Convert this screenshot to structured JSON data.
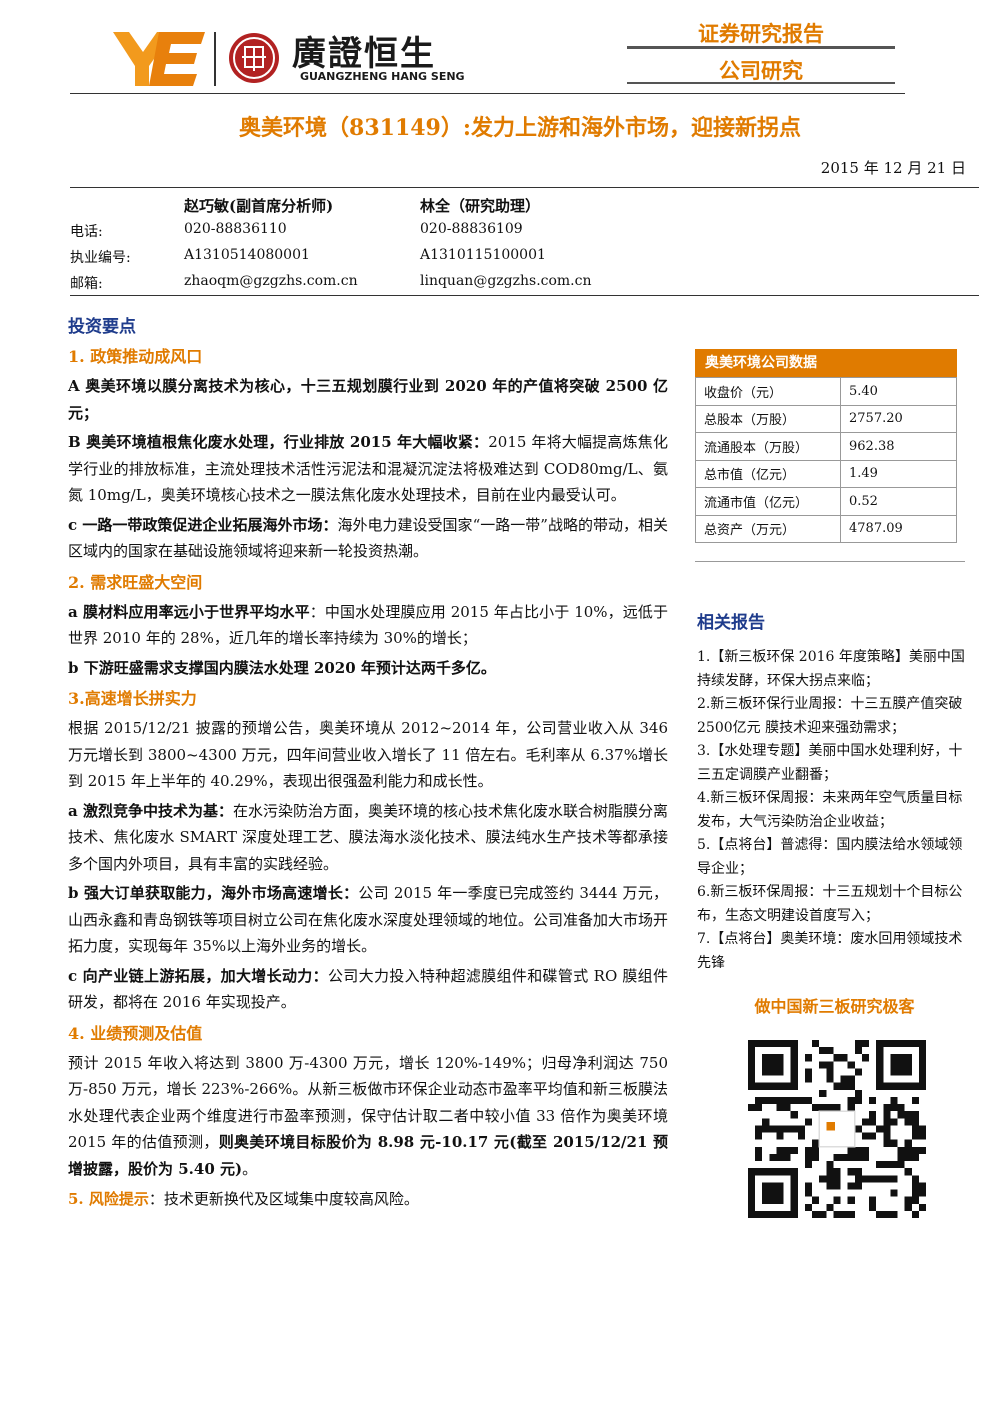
{
  "header": {
    "brand_cn": "廣證恒生",
    "brand_en": "GUANGZHENG HANG SENG",
    "report_type": "证券研究报告",
    "report_sub": "公司研究",
    "title": "奥美环境（831149）:发力上游和海外市场，迎接新拐点",
    "date": "2015 年 12 月 21 日"
  },
  "contacts": {
    "labels": [
      "电话:",
      "执业编号:",
      "邮箱:"
    ],
    "analysts": [
      {
        "name": "赵巧敏(副首席分析师)",
        "phone": "020-88836110",
        "license": "A1310514080001",
        "email": "zhaoqm@gzgzhs.com.cn"
      },
      {
        "name": "林全（研究助理）",
        "phone": "020-88836109",
        "license": "A1310115100001",
        "email": "linquan@gzgzhs.com.cn"
      }
    ]
  },
  "main": {
    "heading": "投资要点",
    "s1": {
      "title": "1. 政策推动成风口",
      "a": "A 奥美环境以膜分离技术为核心，十三五规划膜行业到 2020 年的产值将突破 2500 亿元；",
      "b_bold": "B 奥美环境植根焦化废水处理，行业排放 2015 年大幅收紧：",
      "b_text": "2015 年将大幅提高炼焦化学行业的排放标准，主流处理技术活性污泥法和混凝沉淀法将极难达到 COD80mg/L、氨氮 10mg/L，奥美环境核心技术之一膜法焦化废水处理技术，目前在业内最受认可。",
      "c_bold": "c 一路一带政策促进企业拓展海外市场：",
      "c_text": "海外电力建设受国家“一路一带”战略的带动，相关区域内的国家在基础设施领域将迎来新一轮投资热潮。"
    },
    "s2": {
      "title": "2. 需求旺盛大空间",
      "a_bold": "a 膜材料应用率远小于世界平均水平",
      "a_text": "：中国水处理膜应用 2015 年占比小于 10%，远低于世界 2010 年的 28%，近几年的增长率持续为 30%的增长；",
      "b": "b 下游旺盛需求支撑国内膜法水处理 2020 年预计达两千多亿。"
    },
    "s3": {
      "title": "3.高速增长拼实力",
      "p1": "根据 2015/12/21 披露的预增公告，奥美环境从 2012~2014 年，公司营业收入从 346 万元增长到 3800~4300 万元，四年间营业收入增长了 11 倍左右。毛利率从 6.37%增长到 2015 年上半年的 40.29%，表现出很强盈利能力和成长性。",
      "a_bold": "a 激烈竞争中技术为基：",
      "a_text": "在水污染防治方面，奥美环境的核心技术焦化废水联合树脂膜分离技术、焦化废水 SMART 深度处理工艺、膜法海水淡化技术、膜法纯水生产技术等都承接多个国内外项目，具有丰富的实践经验。",
      "b_bold": "b 强大订单获取能力，海外市场高速增长：",
      "b_text": "公司 2015 年一季度已完成签约 3444 万元，山西永鑫和青岛钢铁等项目树立公司在焦化废水深度处理领域的地位。公司准备加大市场开拓力度，实现每年 35%以上海外业务的增长。",
      "c_bold": "c 向产业链上游拓展，加大增长动力：",
      "c_text": "公司大力投入特种超滤膜组件和碟管式 RO 膜组件研发，都将在 2016 年实现投产。"
    },
    "s4": {
      "title": "4. 业绩预测及估值",
      "text": "预计 2015 年收入将达到 3800 万-4300 万元，增长 120%-149%；归母净利润达 750 万-850 万元，增长 223%-266%。从新三板做市环保企业动态市盈率平均值和新三板膜法水处理代表企业两个维度进行市盈率预测，保守估计取二者中较小值 33 倍作为奥美环境 2015 年的估值预测，",
      "bold": "则奥美环境目标股价为 8.98 元-10.17 元(截至 2015/12/21 预增披露，股价为 5.40 元)",
      "end": "。"
    },
    "s5": {
      "title": "5. 风险提示",
      "text": "：技术更新换代及区域集中度较高风险。"
    }
  },
  "stock": {
    "title": "奥美环境公司数据",
    "rows": [
      {
        "k": "收盘价（元）",
        "v": "5.40"
      },
      {
        "k": "总股本（万股）",
        "v": "2757.20"
      },
      {
        "k": "流通股本（万股）",
        "v": "962.38"
      },
      {
        "k": "总市值（亿元）",
        "v": "1.49"
      },
      {
        "k": "流通市值（亿元）",
        "v": "0.52"
      },
      {
        "k": "总资产（万元）",
        "v": "4787.09"
      }
    ]
  },
  "related": {
    "title": "相关报告",
    "items": [
      "1.【新三板环保 2016 年度策略】美丽中国持续发酵，环保大拐点来临；",
      "2.新三板环保行业周报：十三五膜产值突破 2500亿元 膜技术迎来强劲需求；",
      "3.【水处理专题】美丽中国水处理利好，十三五定调膜产业翻番；",
      "4.新三板环保周报：未来两年空气质量目标发布，大气污染防治企业收益；",
      "5.【点将台】普滤得：国内膜法给水领域领导企业；",
      "6.新三板环保周报：十三五规划十个目标公布，生态文明建设首度写入；",
      "7.【点将台】奥美环境：废水回用领域技术先锋"
    ],
    "slogan": "做中国新三板研究极客"
  },
  "colors": {
    "accent": "#e07b00",
    "heading_blue": "#1f3c8c",
    "seal_red": "#b22222"
  }
}
